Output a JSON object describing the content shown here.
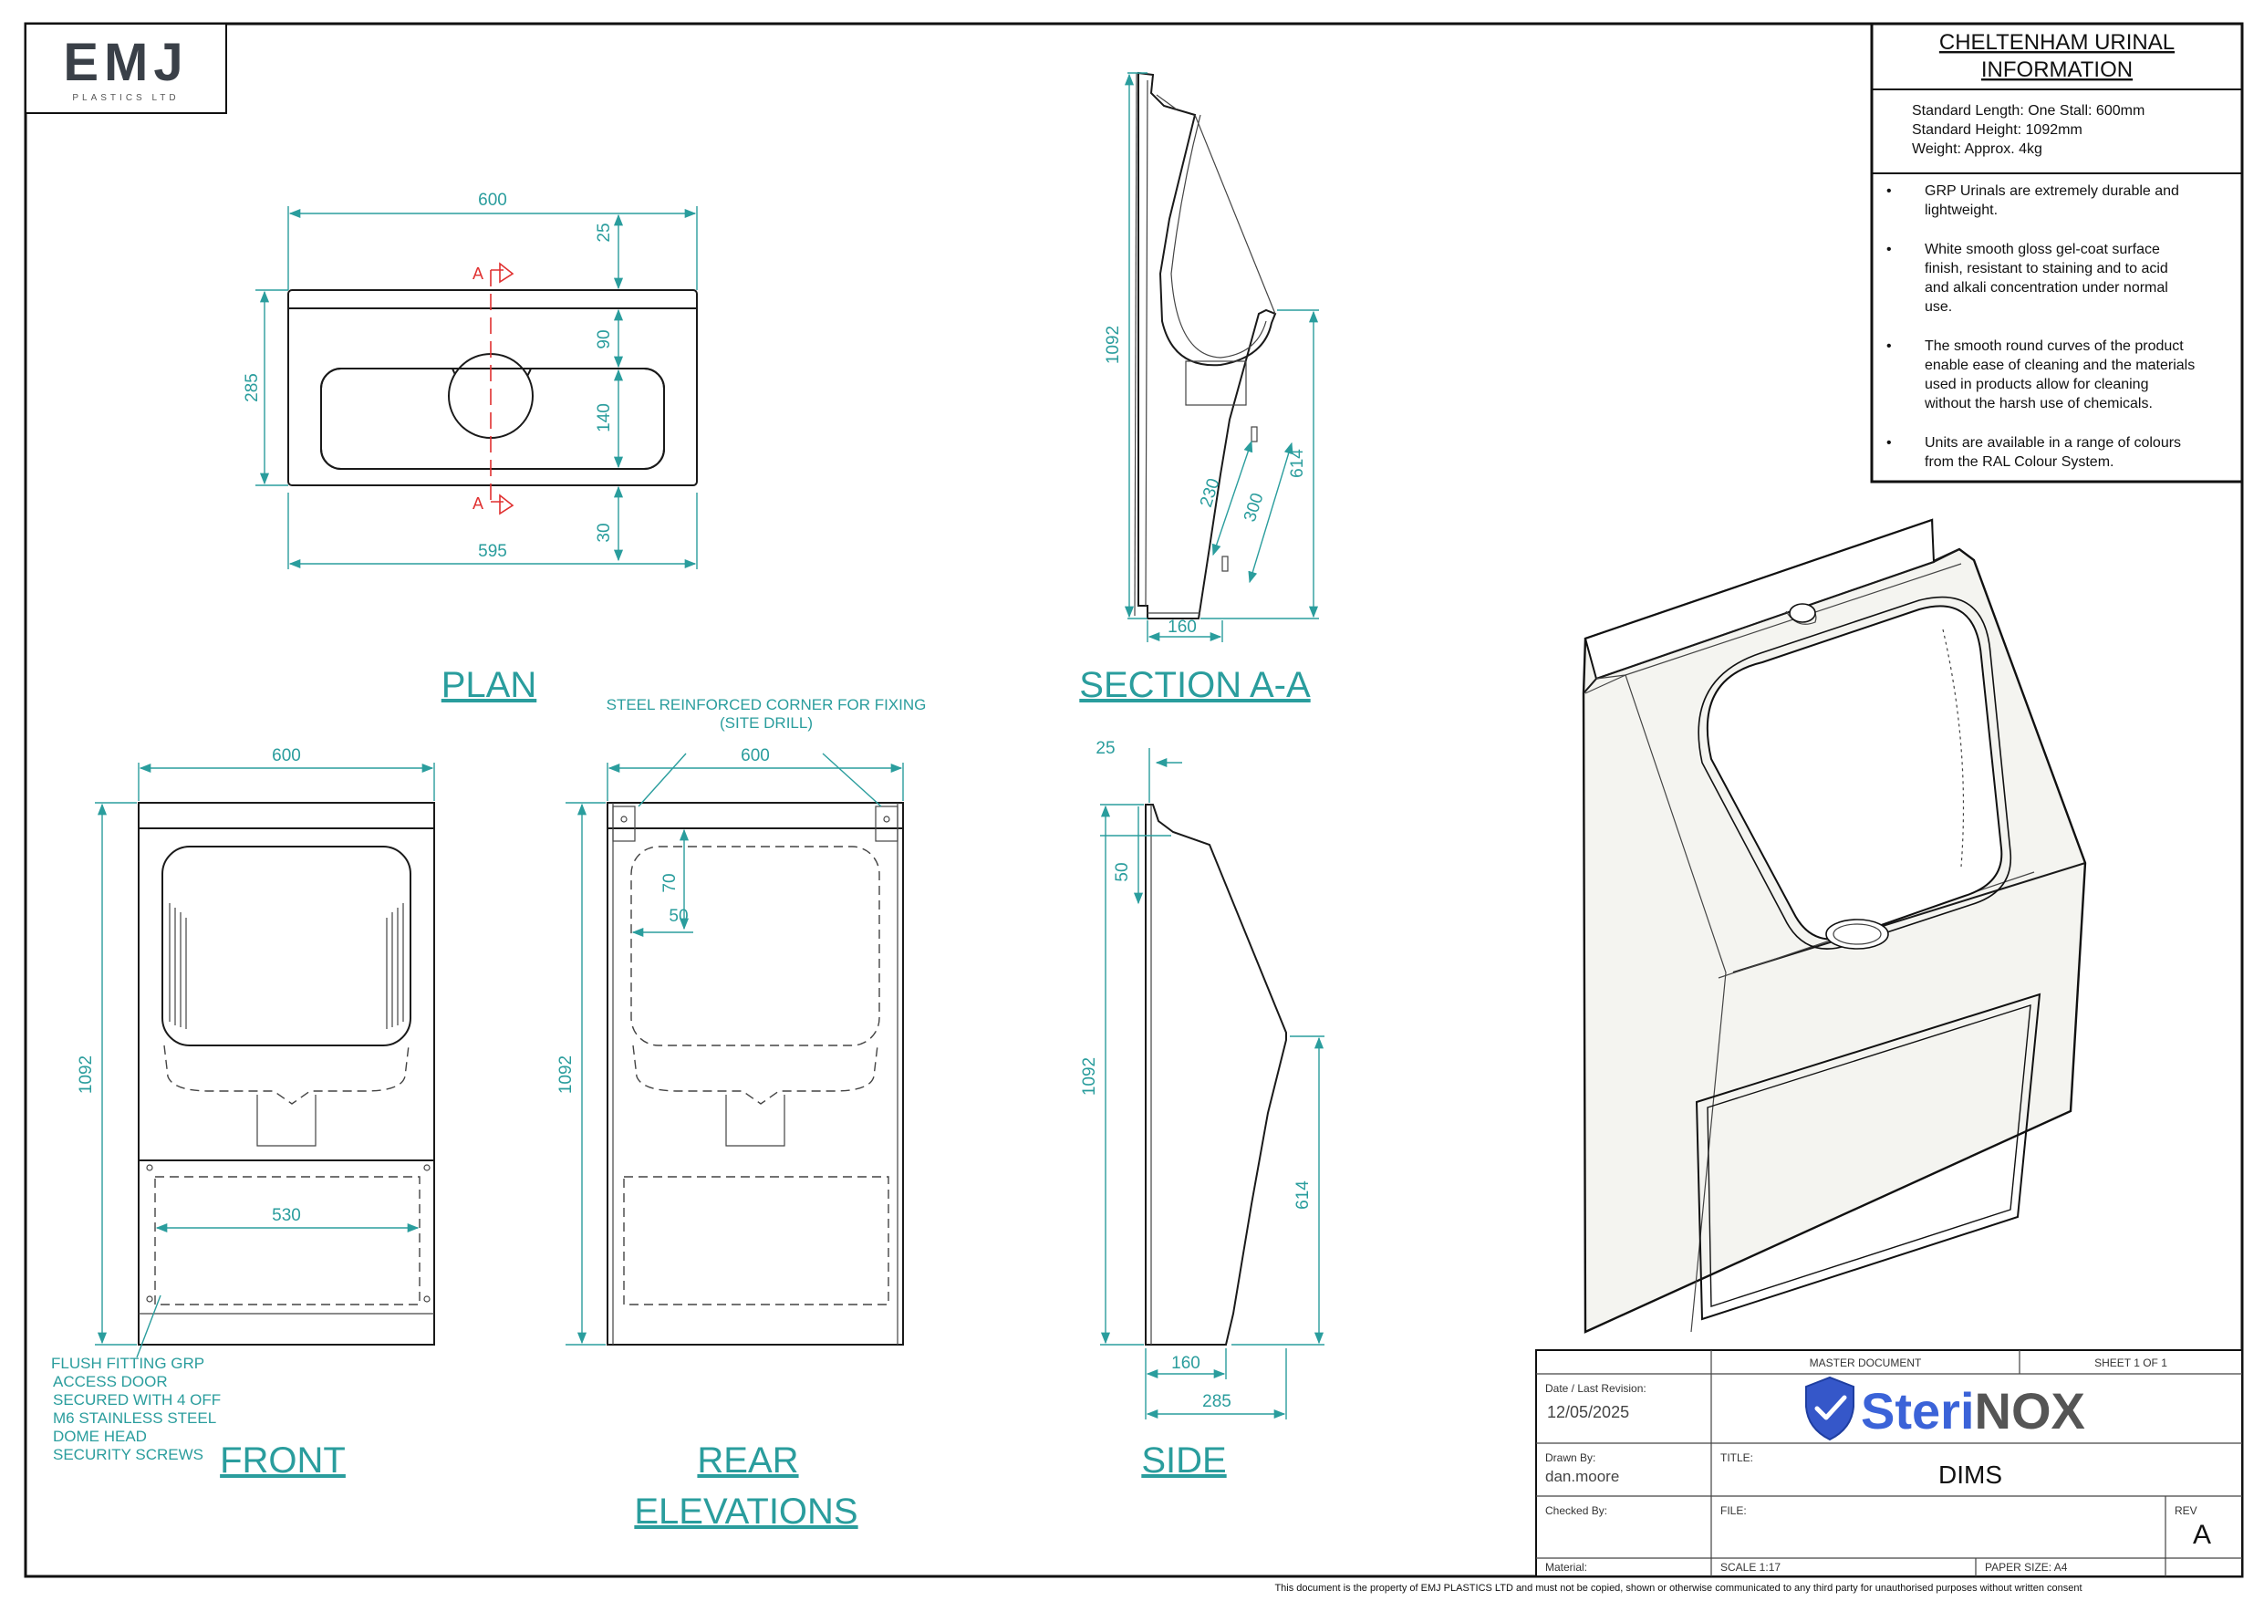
{
  "company": {
    "logo_text": "EMJ",
    "logo_sub": "PLASTICS LTD"
  },
  "info_box": {
    "title_line1": "CHELTENHAM URINAL",
    "title_line2": "INFORMATION",
    "specs": [
      "Standard Length: One Stall: 600mm",
      "Standard Height: 1092mm",
      "Weight: Approx. 4kg"
    ],
    "bullets": [
      [
        "GRP Urinals are extremely durable and",
        "lightweight."
      ],
      [
        "White smooth gloss gel-coat surface",
        "finish, resistant to staining and to acid",
        "and alkali concentration under normal",
        "use."
      ],
      [
        "The smooth round curves of the product",
        "enable ease of cleaning and the materials",
        "used in products allow for cleaning",
        "without the harsh use of chemicals."
      ],
      [
        "Units are available in a range of colours",
        "from the RAL Colour System."
      ]
    ],
    "bullet_char": "•"
  },
  "views": {
    "plan": "PLAN",
    "section": "SECTION A-A",
    "front": "FRONT",
    "rear_line1": "REAR",
    "rear_line2": "ELEVATIONS",
    "side": "SIDE"
  },
  "section_marker": "A",
  "dims": {
    "plan": {
      "width_top": "600",
      "width_bottom": "595",
      "depth": "285",
      "d1": "25",
      "d2": "90",
      "d3": "140",
      "d4": "30"
    },
    "section": {
      "height": "1092",
      "lower": "614",
      "a": "230",
      "b": "300",
      "base": "160"
    },
    "front": {
      "width": "600",
      "height": "1092",
      "panel": "530"
    },
    "rear": {
      "width": "600",
      "height": "1092",
      "d70": "70",
      "d50": "50"
    },
    "side": {
      "top": "25",
      "d50": "50",
      "height": "1092",
      "lower": "614",
      "base1": "160",
      "base2": "285"
    }
  },
  "notes": {
    "rear_top": [
      "STEEL REINFORCED CORNER FOR FIXING",
      "(SITE DRILL)"
    ],
    "front_door": [
      "FLUSH FITTING GRP",
      "ACCESS DOOR",
      "SECURED WITH 4 OFF",
      "M6 STAINLESS STEEL",
      "DOME HEAD",
      "SECURITY SCREWS"
    ]
  },
  "title_block": {
    "master_document": "MASTER DOCUMENT",
    "sheet": "SHEET 1 OF 1",
    "date_label": "Date / Last Revision:",
    "date_value": "12/05/2025",
    "brand_a": "Steri",
    "brand_b": "NOX",
    "drawn_label": "Drawn By:",
    "drawn_value": "dan.moore",
    "title_label": "TITLE:",
    "title_value": "DIMS",
    "checked_label": "Checked By:",
    "file_label": "FILE:",
    "rev_label": "REV",
    "rev_value": "A",
    "material_label": "Material:",
    "scale": "SCALE 1:17",
    "paper": "PAPER SIZE: A4"
  },
  "footer": "This document is the property of EMJ PLASTICS LTD and must not be copied, shown or otherwise communicated to any third party for unauthorised purposes without written consent",
  "colors": {
    "dimension": "#2a9d9d",
    "section_marker": "#e03030",
    "brand_blue": "#3b63d8",
    "brand_grey": "#555555",
    "badge": "#3557c9"
  }
}
